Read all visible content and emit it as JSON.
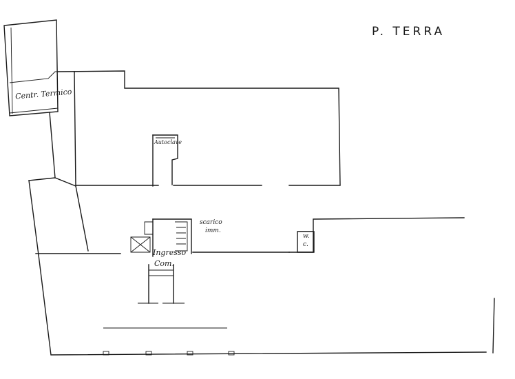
{
  "title": "P. TERRA",
  "rooms": {
    "thermal": "Centr. Termico",
    "autoclave": "Autoclave",
    "drain_1": "scarico",
    "drain_2": "imm.",
    "entrance_1": "Ingresso",
    "entrance_2": "Com.",
    "wc_1": "w.",
    "wc_2": "c."
  }
}
